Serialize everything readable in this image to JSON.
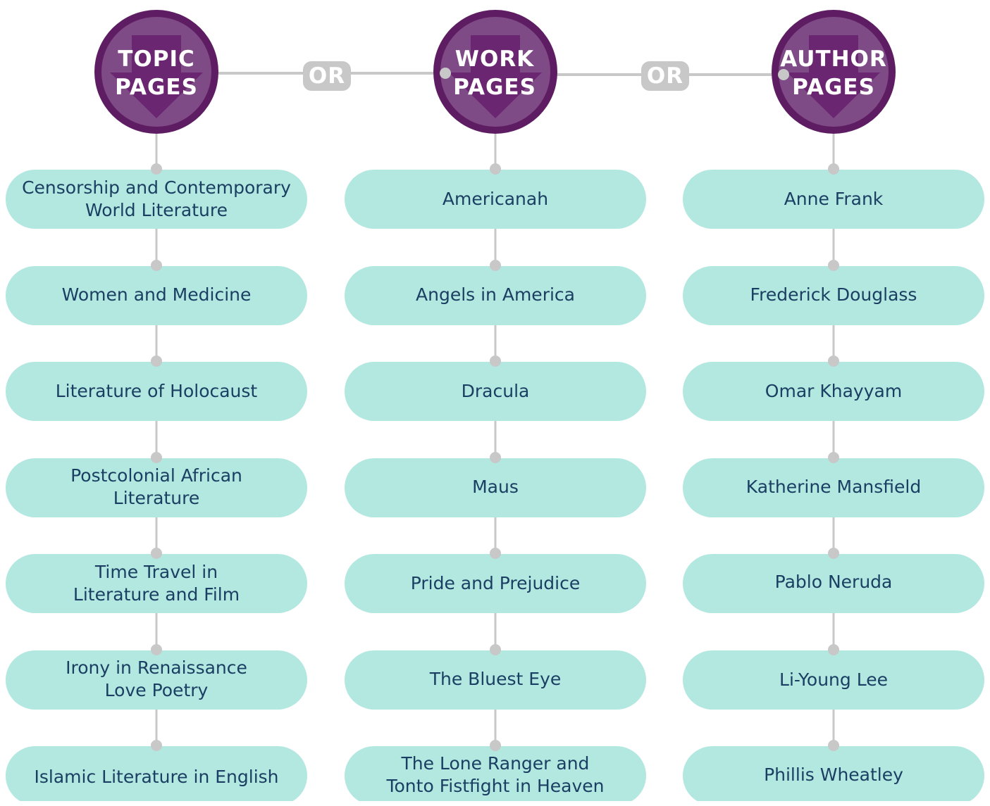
{
  "hub_color": "#5e1c63",
  "hub_inner_color": "#7f4b86",
  "hub_arrow_color": "#6a2670",
  "pill_color": "#b3e8e1",
  "pill_text_color": "#1b3f62",
  "connector_color": "#c8c8c8",
  "columns": [
    {
      "header": "TOPIC\nPAGES",
      "items": [
        "Censorship and Contemporary\nWorld Literature",
        "Women and Medicine",
        "Literature of Holocaust",
        "Postcolonial African\nLiterature",
        "Time Travel in\nLiterature and Film",
        "Irony in Renaissance\nLove Poetry",
        "Islamic Literature in English"
      ]
    },
    {
      "header": "WORK\nPAGES",
      "items": [
        "Americanah",
        "Angels in America",
        "Dracula",
        "Maus",
        "Pride and Prejudice",
        "The Bluest Eye",
        "The Lone Ranger and\nTonto Fistfight in Heaven"
      ]
    },
    {
      "header": "AUTHOR\nPAGES",
      "items": [
        "Anne Frank",
        "Frederick Douglass",
        "Omar Khayyam",
        "Katherine Mansfield",
        "Pablo Neruda",
        "Li-Young Lee",
        "Phillis Wheatley"
      ]
    }
  ],
  "connectors": [
    "OR",
    "OR"
  ]
}
